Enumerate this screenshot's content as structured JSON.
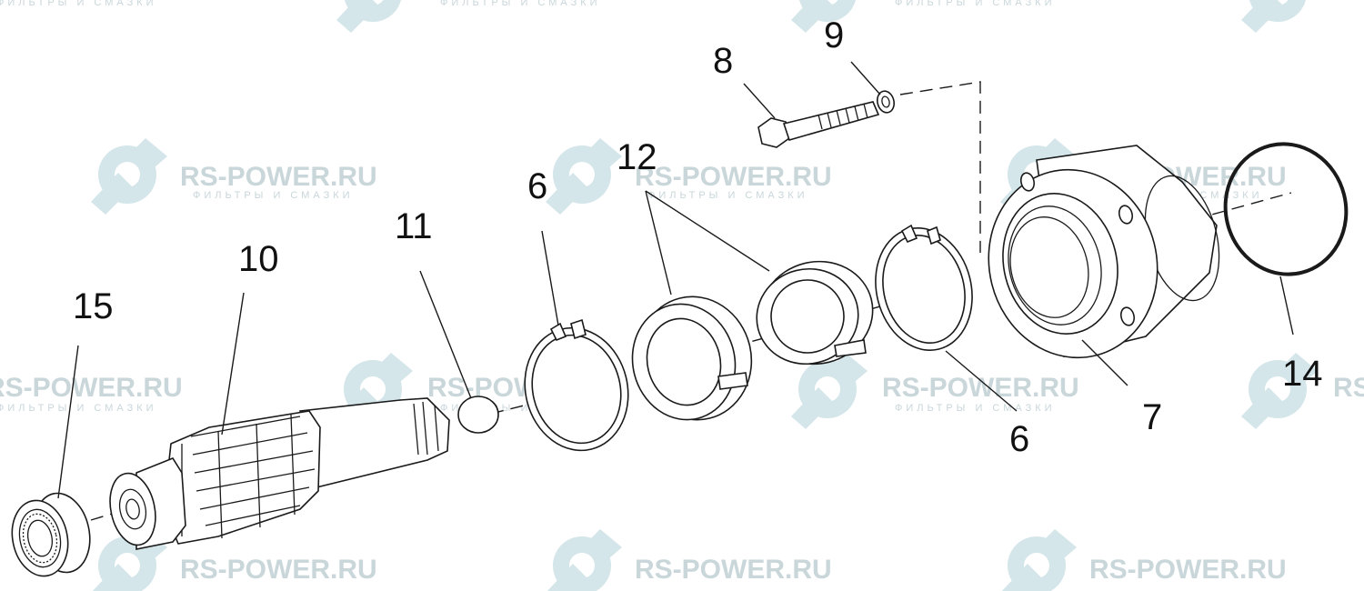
{
  "watermark": {
    "brand": "RS-POWER.RU",
    "tagline": "ФИЛЬТРЫ И СМАЗКИ",
    "color": "#c9d6da"
  },
  "callouts": [
    {
      "id": "c15",
      "label": "15",
      "color": "#111111"
    },
    {
      "id": "c10",
      "label": "10",
      "color": "#111111"
    },
    {
      "id": "c11",
      "label": "11",
      "color": "#111111"
    },
    {
      "id": "c6a",
      "label": "6",
      "color": "#111111"
    },
    {
      "id": "c12",
      "label": "12",
      "color": "#111111"
    },
    {
      "id": "c8",
      "label": "8",
      "color": "#111111"
    },
    {
      "id": "c9",
      "label": "9",
      "color": "#111111"
    },
    {
      "id": "c6b",
      "label": "6",
      "color": "#111111"
    },
    {
      "id": "c7",
      "label": "7",
      "color": "#111111"
    },
    {
      "id": "c14",
      "label": "14",
      "color": "#d6378a"
    }
  ]
}
